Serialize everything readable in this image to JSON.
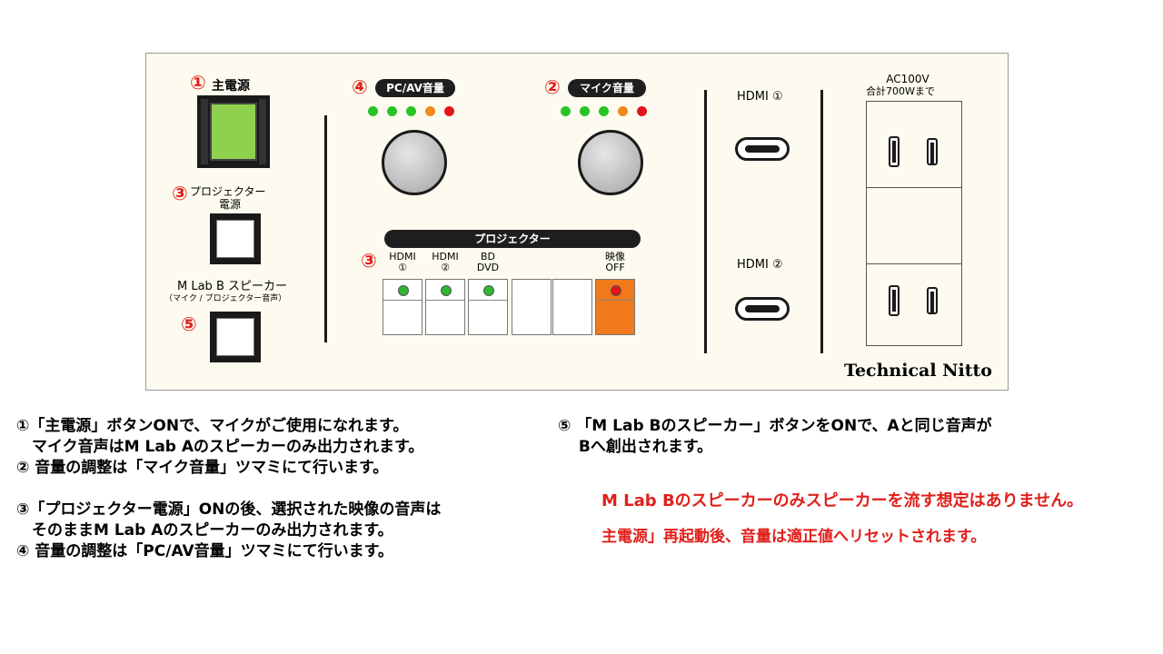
{
  "panel": {
    "main_power": {
      "num": "①",
      "label": "主電源",
      "color": "#8fd14f"
    },
    "projector_power": {
      "num": "③",
      "label_line1": "プロジェクター",
      "label_line2": "電源"
    },
    "speaker": {
      "num": "⑤",
      "label_line1": "M Lab B スピーカー",
      "label_line2": "（マイク / プロジェクター音声）"
    },
    "pcav_volume": {
      "num": "④",
      "label": "PC/AV音量",
      "leds": [
        "#27c427",
        "#27c427",
        "#27c427",
        "#f08a1c",
        "#e3141b"
      ]
    },
    "mic_volume": {
      "num": "②",
      "label": "マイク音量",
      "leds": [
        "#27c427",
        "#27c427",
        "#27c427",
        "#f08a1c",
        "#e3141b"
      ]
    },
    "projector": {
      "num": "③",
      "title": "プロジェクター",
      "inputs": [
        {
          "line1": "HDMI",
          "line2": "①",
          "led": "#2fb82f"
        },
        {
          "line1": "HDMI",
          "line2": "②",
          "led": "#2fb82f"
        },
        {
          "line1": "BD",
          "line2": "DVD",
          "led": "#2fb82f"
        },
        {
          "line1": "",
          "line2": "",
          "led": ""
        },
        {
          "line1": "",
          "line2": "",
          "led": ""
        },
        {
          "line1": "映像",
          "line2": "OFF",
          "led": "#e3141b"
        }
      ],
      "off_color": "#f07a1c"
    },
    "hdmi1": "HDMI ①",
    "hdmi2": "HDMI ②",
    "outlet": {
      "line1": "AC100V",
      "line2": "合計700Wまで"
    },
    "brand": "Technical Nitto"
  },
  "notes": {
    "left": [
      "①「主電源」ボタンONで、マイクがご使用になれます。",
      "　マイク音声はM Lab Aのスピーカーのみ出力されます。",
      "② 音量の調整は「マイク音量」ツマミにて行います。",
      "③「プロジェクター電源」ONの後、選択された映像の音声は",
      "　そのままM Lab Aのスピーカーのみ出力されます。",
      "④ 音量の調整は「PC/AV音量」ツマミにて行います。"
    ],
    "right": [
      "⑤ 「M Lab Bのスピーカー」ボタンをONで、Aと同じ音声が",
      "　 Bへ創出されます。"
    ],
    "warnings": [
      "M Lab Bのスピーカーのみスピーカーを流す想定はありません。",
      "主電源」再起動後、音量は適正値へリセットされます。"
    ]
  }
}
